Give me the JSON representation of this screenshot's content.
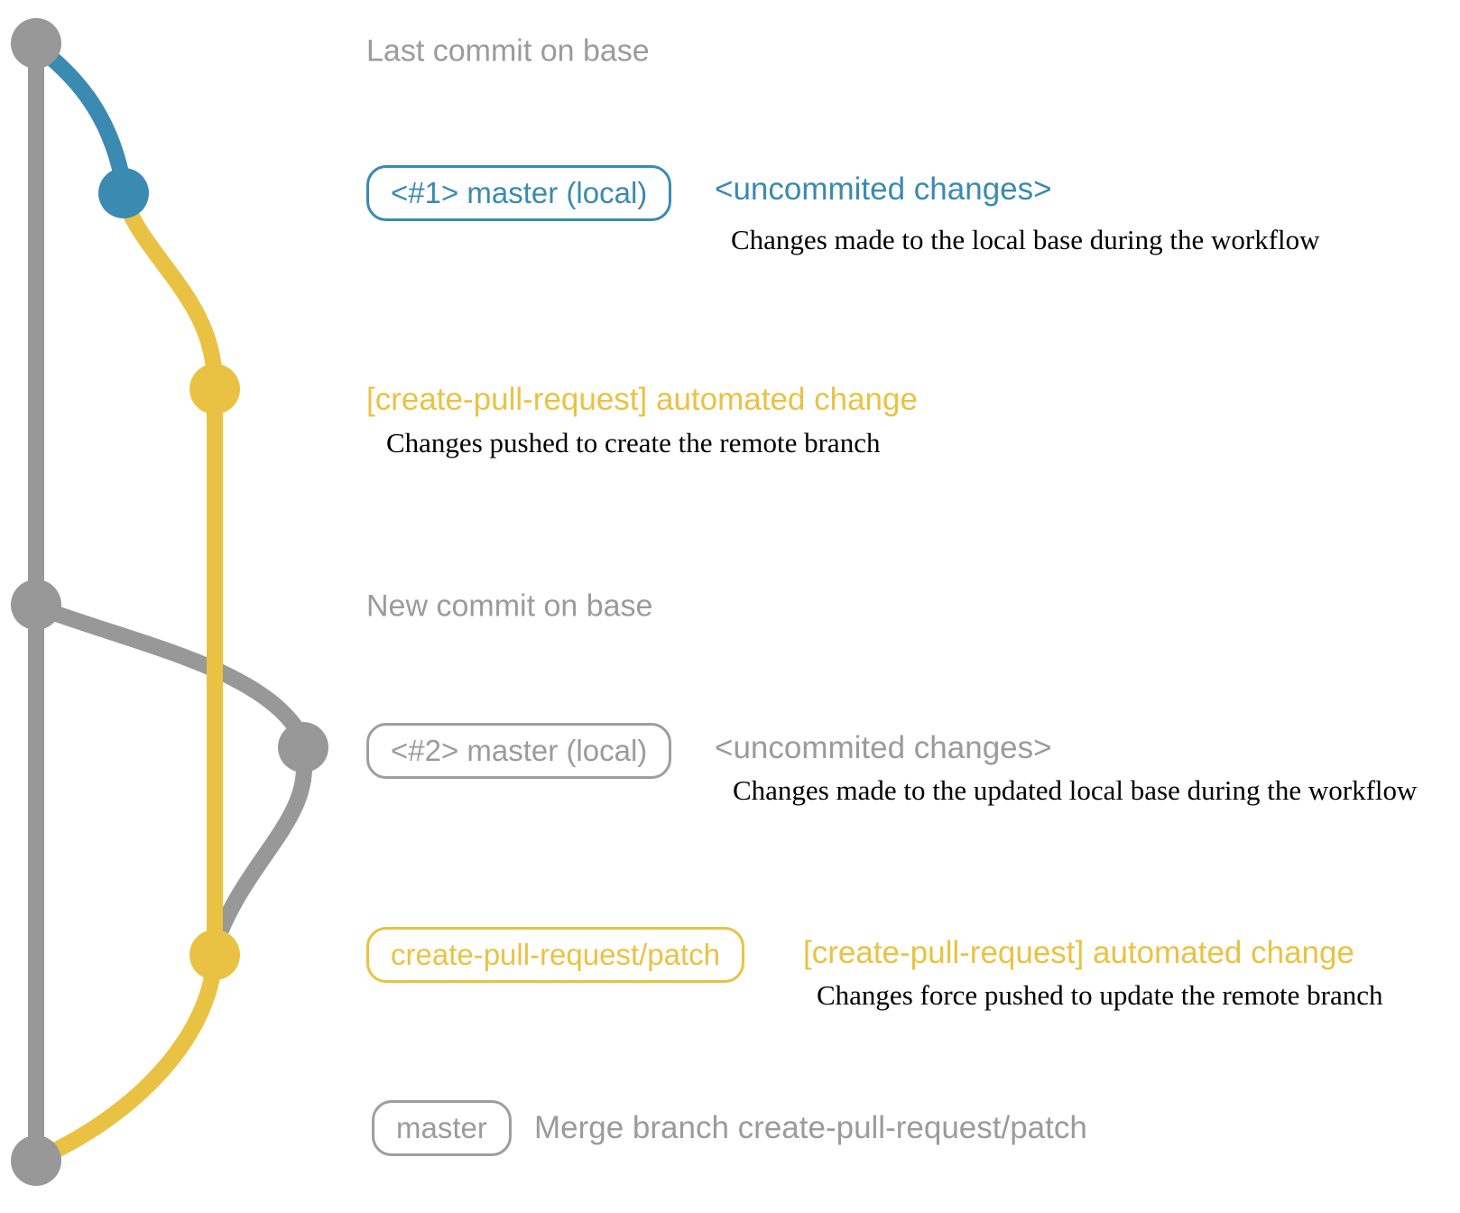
{
  "diagram": {
    "colors": {
      "base": "#989898",
      "local": "#3a8ab1",
      "remote": "#eac243",
      "note_text": "#000000"
    },
    "rows": [
      {
        "title": "Last commit on base"
      },
      {
        "badge": "<#1> master (local)",
        "message": "<uncommited changes>",
        "note": "Changes made to the local base during the workflow"
      },
      {
        "message": "[create-pull-request] automated change",
        "note": "Changes pushed to create the remote branch"
      },
      {
        "title": "New commit on base"
      },
      {
        "badge": "<#2> master (local)",
        "message": "<uncommited changes>",
        "note": "Changes made to the updated local base during the workflow"
      },
      {
        "badge": "create-pull-request/patch",
        "message": "[create-pull-request] automated change",
        "note": "Changes force pushed to update the remote branch"
      },
      {
        "badge": "master",
        "message": "Merge branch create-pull-request/patch"
      }
    ]
  }
}
